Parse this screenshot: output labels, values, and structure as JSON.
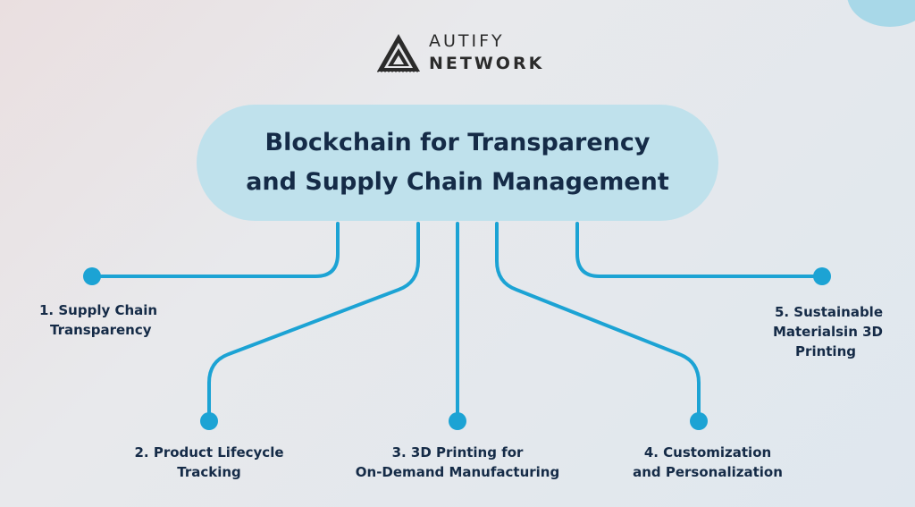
{
  "colors": {
    "accent": "#1ca3d4",
    "title_text": "#152b47",
    "pill": "#bfe1ec"
  },
  "logo": {
    "line1": "AUTIFY",
    "line2": "NETWORK",
    "icon": "triangle-logo-icon"
  },
  "title": {
    "line1": "Blockchain for Transparency",
    "line2": "and Supply Chain Management"
  },
  "nodes": [
    {
      "line1": "1. Supply Chain",
      "line2": "Transparency"
    },
    {
      "line1": "2. Product Lifecycle",
      "line2": "Tracking"
    },
    {
      "line1": "3. 3D Printing for",
      "line2": "On-Demand Manufacturing"
    },
    {
      "line1": "4. Customization",
      "line2": "and Personalization"
    },
    {
      "line1": "5. Sustainable",
      "line2": "Materialsin 3D",
      "line3": "Printing"
    }
  ]
}
